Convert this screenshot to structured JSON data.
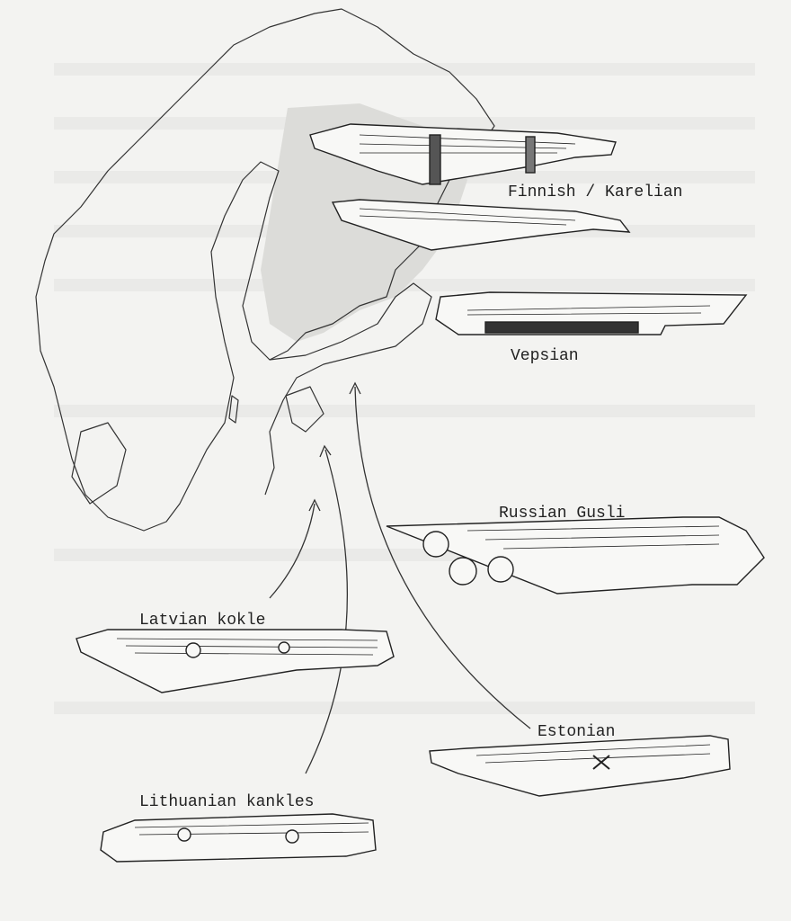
{
  "labels": {
    "finnish_karelian": "Finnish / Karelian",
    "vepsian": "Vepsian",
    "russian_gusli": "Russian Gusli",
    "latvian_kokle": "Latvian kokle",
    "estonian": "Estonian",
    "lithuanian_kankles": "Lithuanian kankles"
  },
  "colors": {
    "paper": "#f3f3f1",
    "ink": "#222222",
    "shade": "#d9d9d6"
  }
}
